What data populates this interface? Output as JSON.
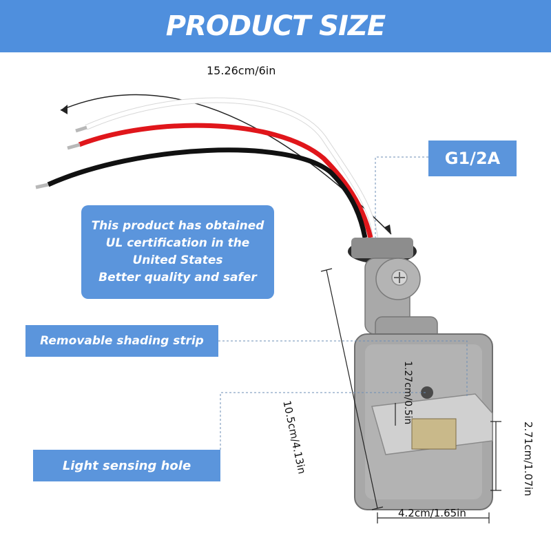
{
  "header": {
    "title": "PRODUCT SIZE"
  },
  "callouts": {
    "model": "G1/2A",
    "certification_lines": [
      "This product has obtained",
      "UL certification in the",
      "United States",
      "Better quality and safer"
    ],
    "shading_strip": "Removable shading strip",
    "sensing_hole": "Light sensing hole"
  },
  "dimensions": {
    "wire_length": "15.26cm/6in",
    "total_height": "10.5cm/4.13in",
    "hole_size": "1.27cm/0.5in",
    "head_height": "2.71cm/1.07in",
    "width": "4.2cm/1.65in"
  },
  "colors": {
    "header_bg": "#4f8fdd",
    "callout_bg": "#5b95dc",
    "body_gray": "#a8a8a8",
    "wire_red": "#e0161b",
    "wire_black": "#111111"
  }
}
